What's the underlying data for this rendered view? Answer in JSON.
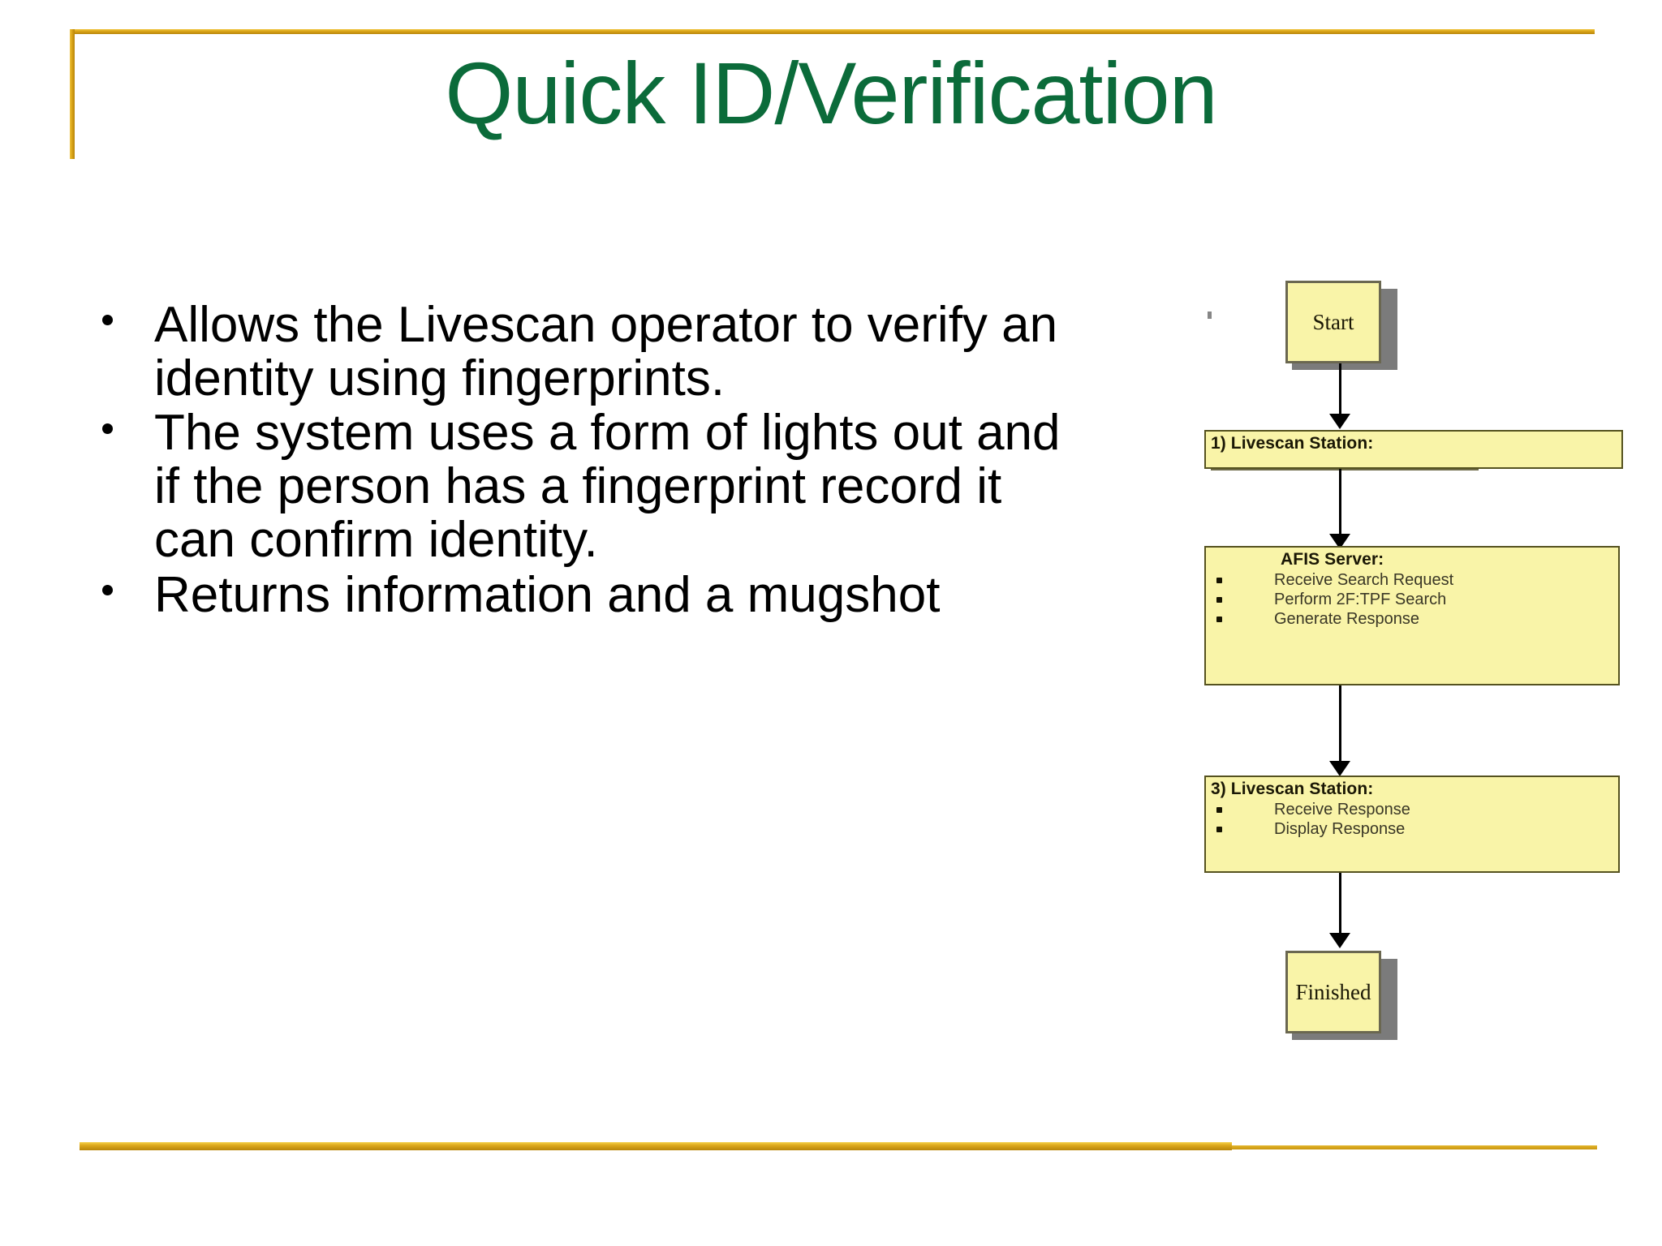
{
  "slide": {
    "title": "Quick ID/Verification",
    "title_color": "#0b6b3a",
    "accent_color": "#d9a317",
    "background_color": "#ffffff"
  },
  "body": {
    "bullets": [
      "Allows the Livescan operator to verify an identity using fingerprints.",
      "The system uses a form of lights out and if the person has a fingerprint record it can confirm identity.",
      "Returns information and a mugshot"
    ]
  },
  "flowchart": {
    "fill_color": "#f9f4a8",
    "border_color": "#55521f",
    "shadow_color": "#7b7b7b",
    "nodes": [
      {
        "id": "start",
        "type": "terminator",
        "label": "Start"
      },
      {
        "id": "livescan-1",
        "type": "process",
        "title": "1) Livescan Station:",
        "items": []
      },
      {
        "id": "afis-server",
        "type": "process",
        "title": "AFIS Server:",
        "items": [
          "Receive Search Request",
          "Perform 2F:TPF Search",
          "Generate Response"
        ]
      },
      {
        "id": "livescan-3",
        "type": "process",
        "title": "3) Livescan Station:",
        "items": [
          "Receive Response",
          "Display Response"
        ]
      },
      {
        "id": "finished",
        "type": "terminator",
        "label": "Finished"
      }
    ],
    "edges": [
      {
        "from": "start",
        "to": "livescan-1"
      },
      {
        "from": "livescan-1",
        "to": "afis-server"
      },
      {
        "from": "afis-server",
        "to": "livescan-3"
      },
      {
        "from": "livescan-3",
        "to": "finished"
      }
    ]
  }
}
